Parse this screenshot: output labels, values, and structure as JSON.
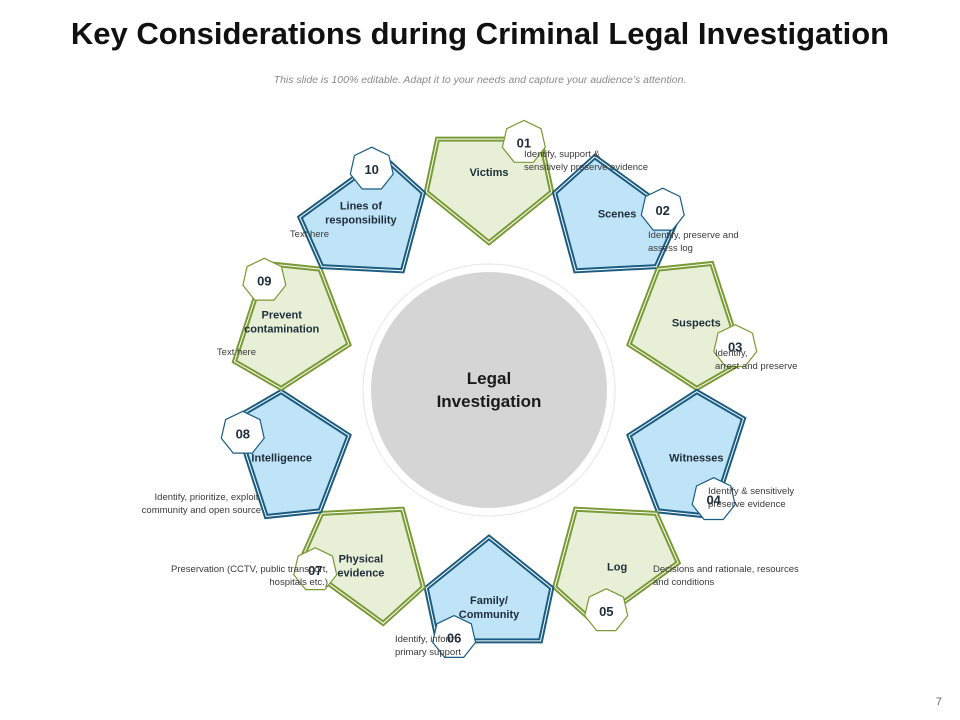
{
  "title": "Key Considerations during Criminal Legal Investigation",
  "subtitle": "This slide is 100% editable. Adapt it to your needs and capture your audience’s attention.",
  "center": {
    "label_line1": "Legal",
    "label_line2": "Investigation"
  },
  "page_number": "7",
  "colors": {
    "green_fill": "#e7efd6",
    "green_border": "#7a9a35",
    "blue_fill": "#bfe3f7",
    "blue_border": "#1b5c82",
    "center_fill": "#d5d5d5",
    "badge_fill": "#ffffff"
  },
  "items": [
    {
      "num": "01",
      "line1": "Victims",
      "line2": "",
      "theme": "green",
      "desc": "Identify, support &\nsensitively preserve evidence"
    },
    {
      "num": "02",
      "line1": "Scenes",
      "line2": "",
      "theme": "blue",
      "desc": "Identify, preserve and\nassess log"
    },
    {
      "num": "03",
      "line1": "Suspects",
      "line2": "",
      "theme": "green",
      "desc": "Identify,\narrest and preserve"
    },
    {
      "num": "04",
      "line1": "Witnesses",
      "line2": "",
      "theme": "blue",
      "desc": "Identify & sensitively\npreserve evidence"
    },
    {
      "num": "05",
      "line1": "Log",
      "line2": "",
      "theme": "green",
      "desc": "Decisions and rationale, resources\nand conditions"
    },
    {
      "num": "06",
      "line1": "Family/",
      "line2": "Community",
      "theme": "blue",
      "desc": "Identify, inform,\nprimary support"
    },
    {
      "num": "07",
      "line1": "Physical",
      "line2": "evidence",
      "theme": "green",
      "desc": "Preservation (CCTV,  public transport,\nhospitals etc.)"
    },
    {
      "num": "08",
      "line1": "Intelligence",
      "line2": "",
      "theme": "blue",
      "desc": "Identify, prioritize, exploit,\ncommunity  and open source"
    },
    {
      "num": "09",
      "line1": "Prevent",
      "line2": "contamination",
      "theme": "green",
      "desc": "Text here"
    },
    {
      "num": "10",
      "line1": "Lines of",
      "line2": "responsibility",
      "theme": "blue",
      "desc": "Text here"
    }
  ]
}
